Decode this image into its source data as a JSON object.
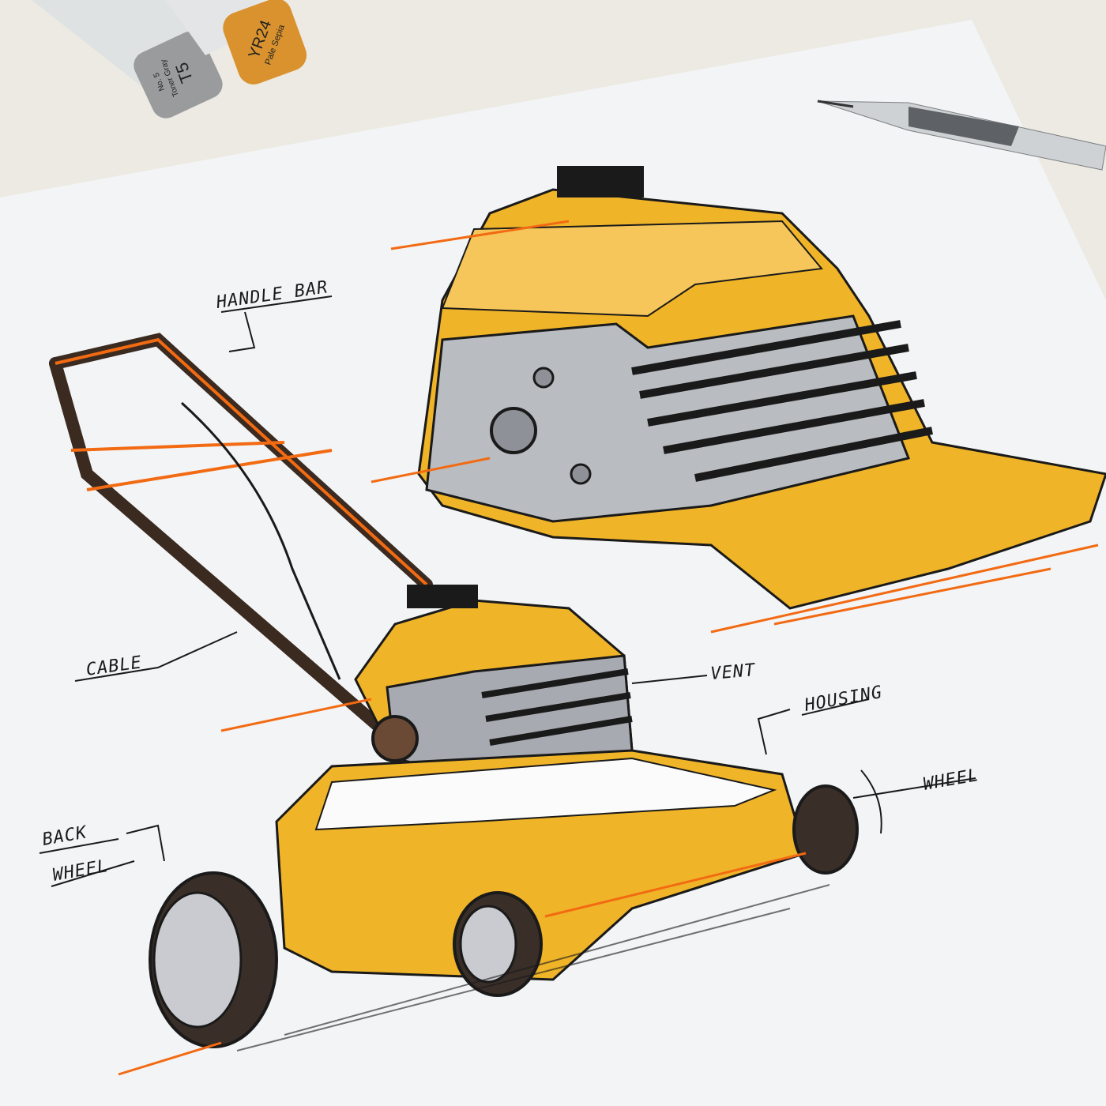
{
  "markers": [
    {
      "code": "T5",
      "name": "Toner Gray",
      "number": "No. 5",
      "cap_color": "#9a9b9c"
    },
    {
      "code": "YR24",
      "name": "Pale Sepia",
      "cap_color": "#d9922e"
    }
  ],
  "annotations": {
    "handle_bar": "HANDLE BAR",
    "cable": "CABLE",
    "vent": "VENT",
    "housing": "HOUSING",
    "wheel": "WHEEL",
    "back_wheel_line1": "BACK",
    "back_wheel_line2": "WHEEL"
  },
  "colors": {
    "paper": "#f4f5f7",
    "marker_yellow": "#f0b428",
    "accent_orange": "#f26a12",
    "ink": "#1a1a1a",
    "gray": "#9ea1a6"
  }
}
